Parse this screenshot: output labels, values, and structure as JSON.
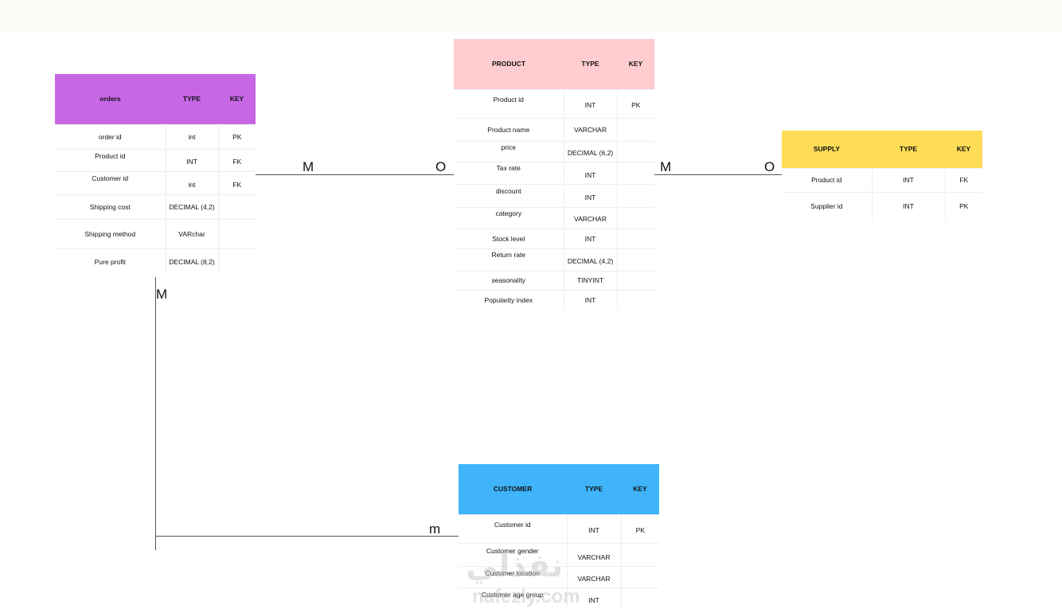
{
  "colors": {
    "orders": "#c767e6",
    "product": "#ffcccf",
    "supply": "#ffdd57",
    "customer": "#3fb4fa",
    "line": "#555555"
  },
  "tables": {
    "orders": {
      "headers": [
        "orders",
        "TYPE",
        "KEY"
      ],
      "rows": [
        [
          "order id",
          "int",
          "PK"
        ],
        [
          "Product id",
          "INT",
          "FK"
        ],
        [
          "Customer id",
          "int",
          "FK"
        ],
        [
          "Shipping cost",
          "DECIMAL (4,2)",
          ""
        ],
        [
          "Shipping method",
          "VARchar",
          ""
        ],
        [
          "Pure profit",
          "DECIMAL (8,2)",
          ""
        ]
      ]
    },
    "product": {
      "headers": [
        "PRODUCT",
        "TYPE",
        "KEY"
      ],
      "rows": [
        [
          "Product id",
          "INT",
          "PK"
        ],
        [
          "Product name",
          "VARCHAR",
          ""
        ],
        [
          "price",
          "DECIMAL (6,2)",
          ""
        ],
        [
          "Tax rate",
          "INT",
          ""
        ],
        [
          "discount",
          "INT",
          ""
        ],
        [
          "category",
          "VARCHAR",
          ""
        ],
        [
          "Stock level",
          "INT",
          ""
        ],
        [
          "Return rate",
          "DECIMAL (4,2)",
          ""
        ],
        [
          "seasonality",
          "TINYINT",
          ""
        ],
        [
          "Popularity index",
          "INT",
          ""
        ]
      ]
    },
    "supply": {
      "headers": [
        "SUPPLY",
        "TYPE",
        "KEY"
      ],
      "rows": [
        [
          "Product id",
          "INT",
          "FK"
        ],
        [
          "Supplier id",
          "INT",
          "PK"
        ]
      ]
    },
    "customer": {
      "headers": [
        "CUSTOMER",
        "TYPE",
        "KEY"
      ],
      "rows": [
        [
          "Customer id",
          "INT",
          "PK"
        ],
        [
          "Customer gender",
          "VARCHAR",
          ""
        ],
        [
          "Customer location",
          "VARCHAR",
          ""
        ],
        [
          "Customer age group",
          "INT",
          ""
        ]
      ]
    }
  },
  "cardinality": {
    "orders_product_left": "M",
    "orders_product_right": "O",
    "product_supply_left": "M",
    "product_supply_right": "O",
    "orders_customer_top": "M",
    "orders_customer_bottom": "m"
  },
  "watermark": {
    "arabic": "نفذلي",
    "latin": "nafezly.com"
  }
}
